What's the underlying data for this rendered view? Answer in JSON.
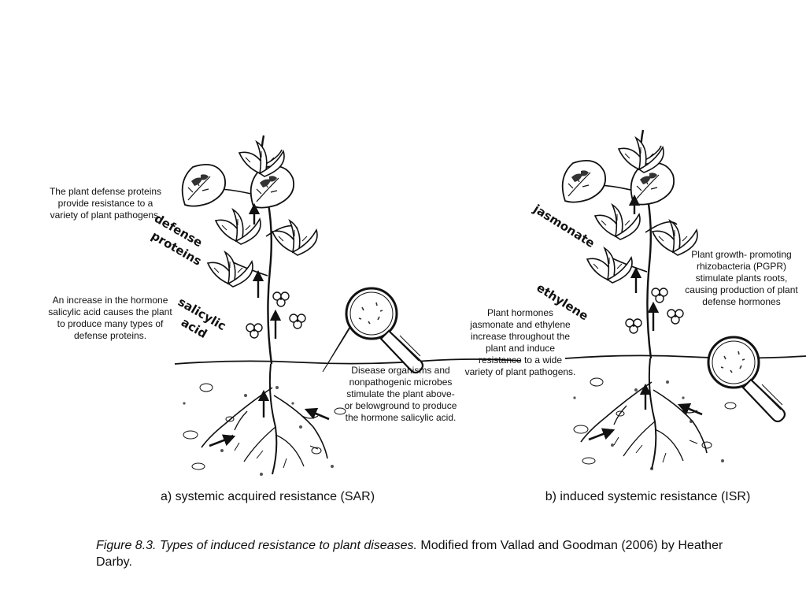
{
  "panel_a": {
    "note_defense_proteins": "The plant defense proteins provide resistance to a variety of plant pathogens.",
    "note_salicylic": "An increase in the hormone salicylic acid causes the plant to produce many types of defense proteins.",
    "note_disease": "Disease organisms and nonpathogenic microbes stimulate the plant above- or belowground to produce the hormone salicylic acid.",
    "tag_defense": "defense",
    "tag_proteins": "proteins",
    "tag_salicylic": "salicylic",
    "tag_acid": "acid",
    "caption": "a) systemic acquired resistance (SAR)"
  },
  "panel_b": {
    "note_pgpr": "Plant growth- promoting rhizobacteria (PGPR) stimulate plants roots, causing production of plant defense hormones",
    "note_hormones": "Plant hormones jasmonate and ethylene increase throughout the plant and induce resistance to a wide variety of plant pathogens.",
    "tag_jasmonate": "jasmonate",
    "tag_ethylene": "ethylene",
    "caption": "b) induced systemic resistance (ISR)"
  },
  "figure_caption": {
    "italic": "Figure 8.3. Types of induced resistance to plant diseases.",
    "rest": " Modified from Vallad and Goodman (2006) by Heather Darby."
  }
}
